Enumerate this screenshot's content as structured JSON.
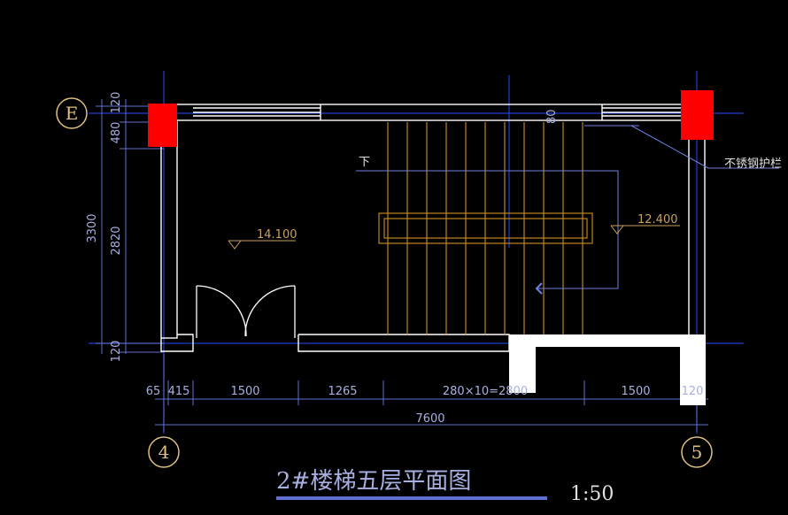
{
  "drawing": {
    "title": "2#楼梯五层平面图",
    "scale": "1:50",
    "axes": {
      "row_e": "E",
      "col_4": "4",
      "col_5": "5"
    },
    "levels": {
      "landing": "14.100",
      "midlanding": "12.400"
    },
    "labels": {
      "down": "下",
      "railing": "不锈钢护栏",
      "rail_gap": "80"
    },
    "dims_bottom": [
      "65",
      "415",
      "1500",
      "1265",
      "280×10=2800",
      "1500",
      "120"
    ],
    "dim_total": "7600",
    "dims_left_outer": "3300",
    "dims_left_inner": [
      "120",
      "480",
      "2820",
      "120"
    ]
  }
}
